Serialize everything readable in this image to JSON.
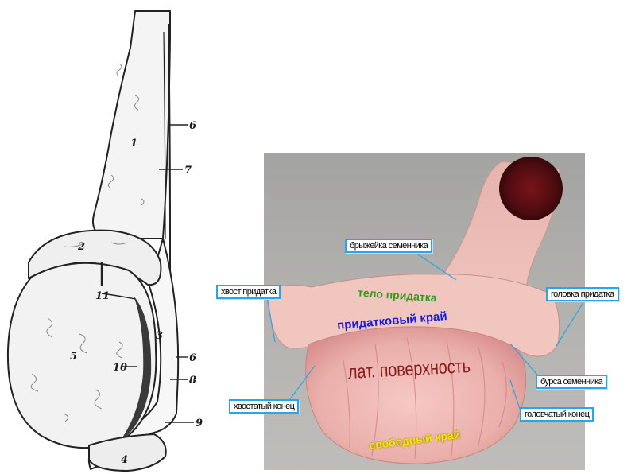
{
  "left_figure": {
    "labels": [
      "1",
      "2",
      "3",
      "4",
      "5",
      "6",
      "6",
      "7",
      "8",
      "9",
      "10",
      "11"
    ]
  },
  "photo": {
    "callouts": {
      "mesorchium": "брыжейка семенника",
      "epididymis_tail": "хвост придатка",
      "epididymis_head": "головка придатка",
      "testicular_bursa": "бурса семенника",
      "caudal_end": "хвостатый конец",
      "capitate_end": "головчатый конец"
    },
    "on_organ": {
      "epididymis_body": "тело придатка",
      "epididymal_border": "придатковый край",
      "lateral_surface": "лат. поверхность",
      "free_border": "свободный край"
    },
    "colors": {
      "callout_border": "#28a7e8",
      "epididymis_body": "#2e9e1a",
      "epididymal_border": "#1a1ae0",
      "lateral_surface": "#8a1a1a",
      "free_border": "#f5e60a"
    }
  }
}
